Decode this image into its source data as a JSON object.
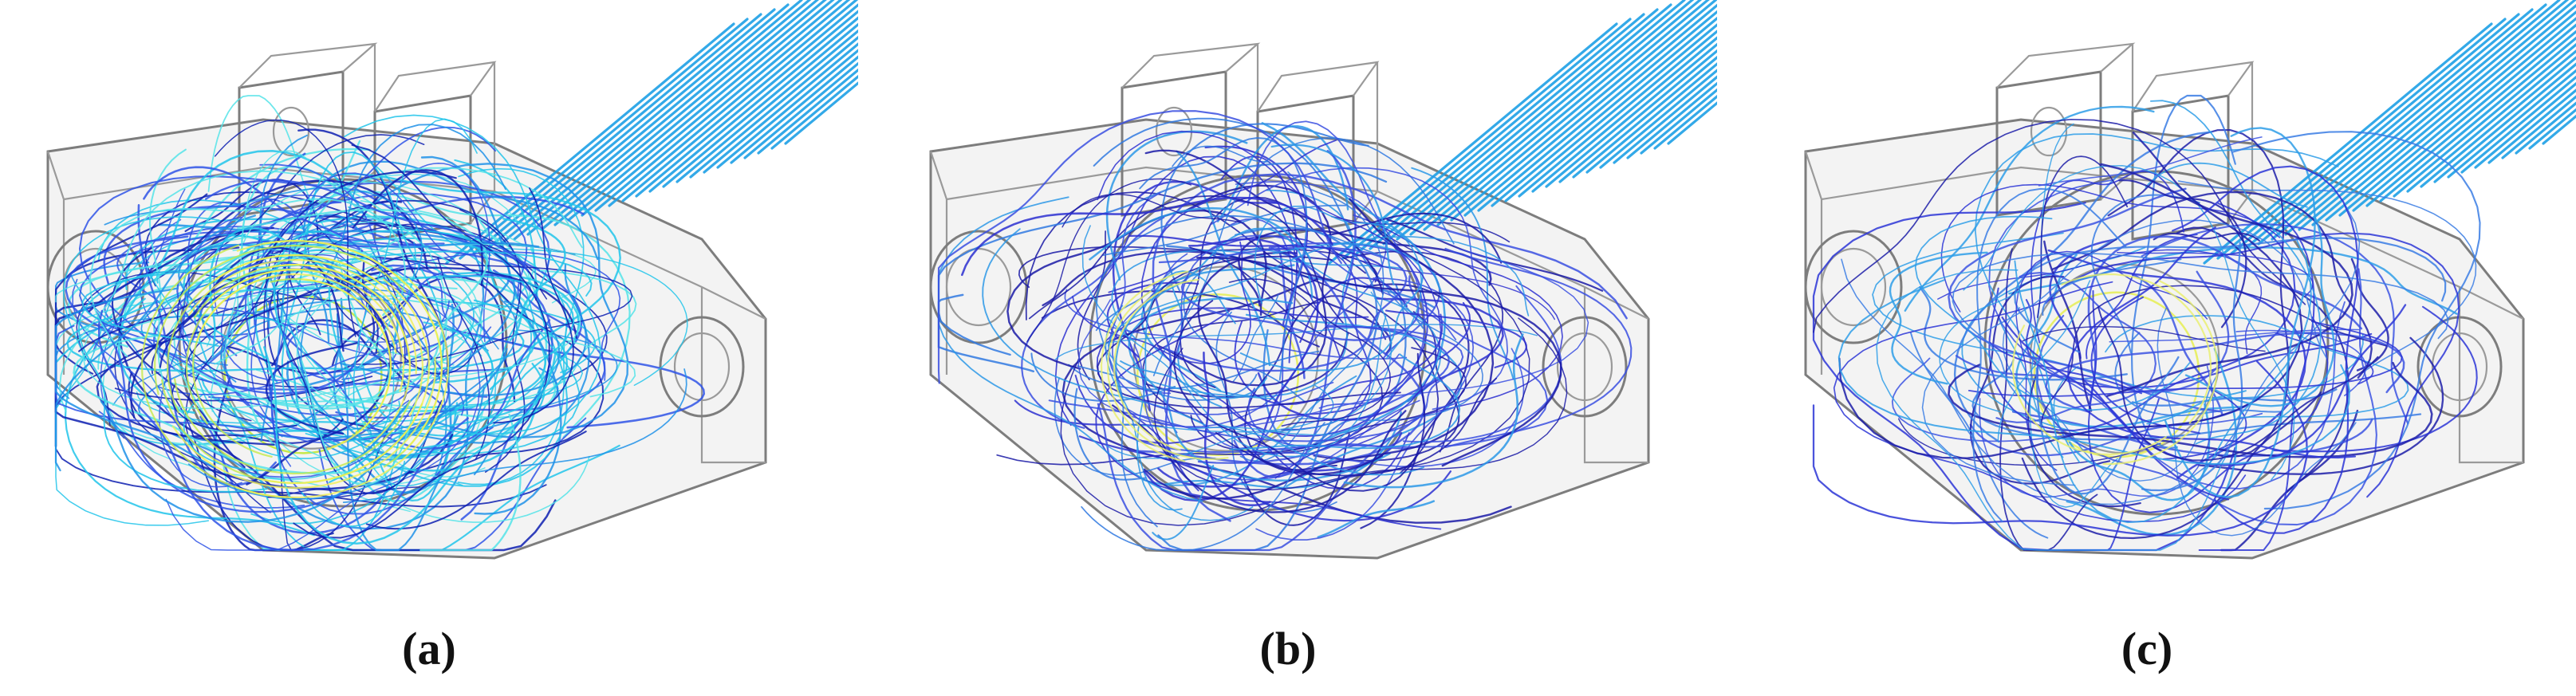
{
  "figure": {
    "panels": [
      {
        "label": "(a)",
        "variant": "dense",
        "palette": [
          "#0d1fb0",
          "#2f54e6",
          "#1e90e8",
          "#21c4ea",
          "#53e3e8"
        ],
        "highlight_colors": [
          "#c6e84a",
          "#f0f055"
        ]
      },
      {
        "label": "(b)",
        "variant": "medium",
        "palette": [
          "#1a1aa6",
          "#2b2fd0",
          "#3a4fe0",
          "#3079e0",
          "#2b98e6"
        ],
        "highlight_colors": [
          "#e8ef6a"
        ]
      },
      {
        "label": "(c)",
        "variant": "sparse",
        "palette": [
          "#1d1ea8",
          "#2c35d6",
          "#3c54e2",
          "#3a7de4",
          "#2e9ee8"
        ],
        "highlight_colors": [
          "#e8ef6a"
        ]
      }
    ],
    "inlet_color": "#1ea0e6"
  }
}
